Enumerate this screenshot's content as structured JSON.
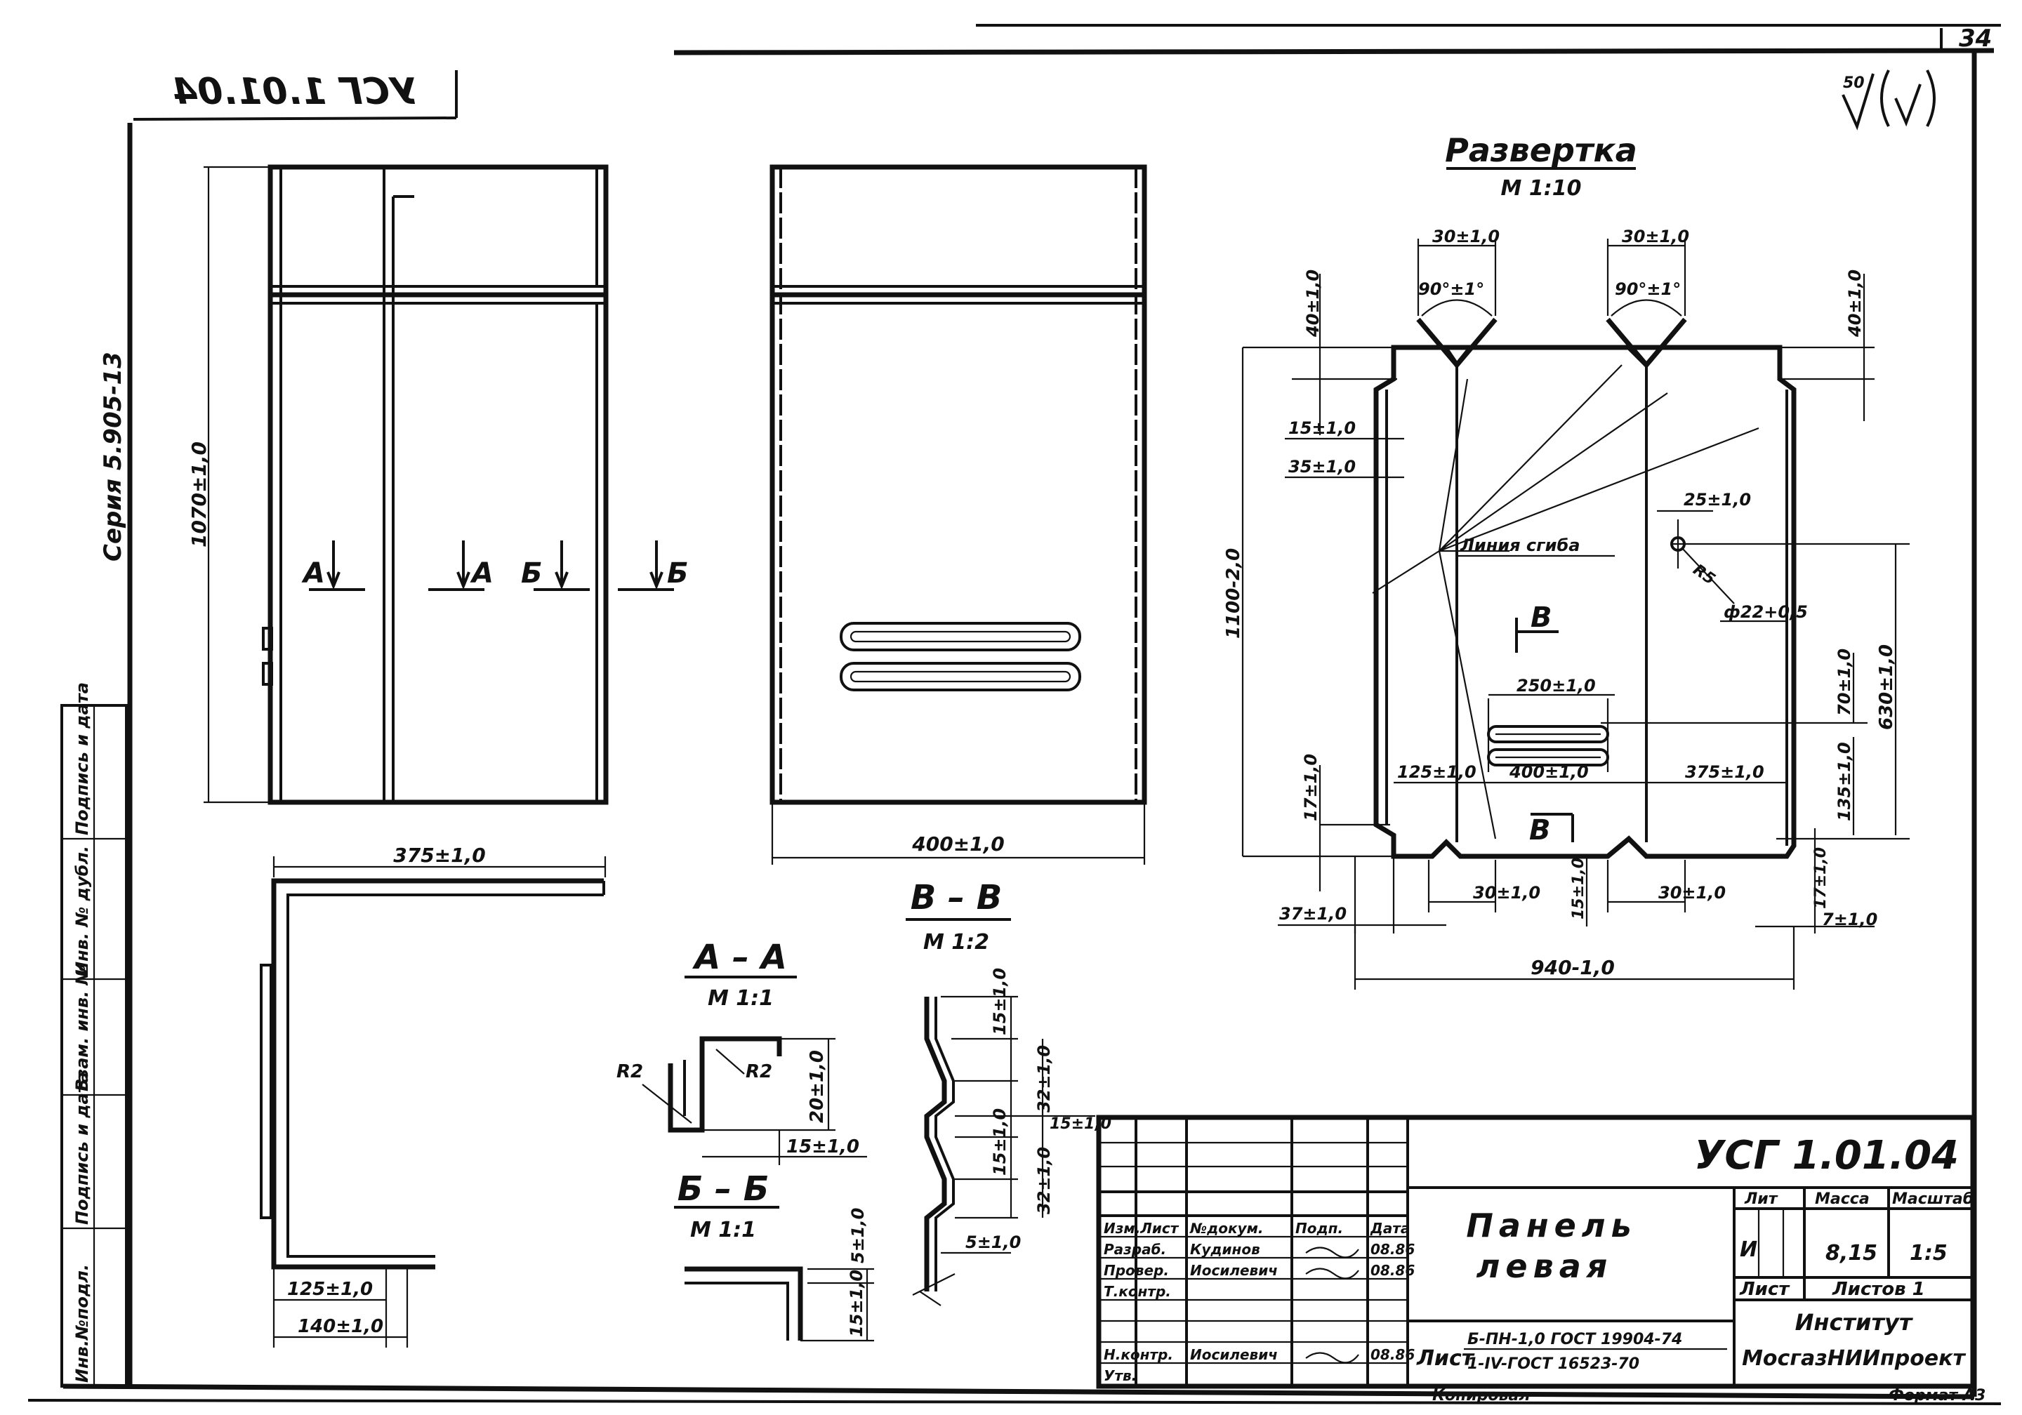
{
  "top_stamp": "УСГ 1.01.04",
  "page_number": "34",
  "roughness": {
    "value": "50",
    "symbol": "√(√)"
  },
  "series": "Серия 5.905-13",
  "side_stamp_labels": [
    "Инв.№подл.",
    "Подпись и дата",
    "Взам. инв. №",
    "Инв. № дубл.",
    "Подпись и дата"
  ],
  "front_view": {
    "height_dim": "1070±1,0",
    "section_marks": [
      "А",
      "А",
      "Б",
      "Б"
    ]
  },
  "back_view": {
    "width_dim": "400±1,0"
  },
  "top_section": {
    "width_dim": "375±1,0",
    "dims": [
      "125±1,0",
      "140±1,0"
    ]
  },
  "section_aa": {
    "title": "А – А",
    "scale": "М 1:1",
    "radii": [
      "R2",
      "R2"
    ],
    "dims": [
      "20±1,0",
      "15±1,0"
    ]
  },
  "section_bb": {
    "title": "Б – Б",
    "scale": "М 1:1",
    "dims": [
      "5±1,0",
      "15±1,0"
    ]
  },
  "section_vv": {
    "title": "В – В",
    "scale": "М 1:2",
    "dims": [
      "15±1,0",
      "32±1,0",
      "15±1,0",
      "15±1,0",
      "32±1,0",
      "5±1,0"
    ]
  },
  "development": {
    "title": "Развертка",
    "scale": "М 1:10",
    "fold_line": "Линия сгиба",
    "section_mark": "В",
    "top_dims": [
      "30±1,0",
      "30±1,0"
    ],
    "angle": [
      "90°±1°",
      "90°±1°"
    ],
    "dims_left": [
      "40±1,0",
      "15±1,0",
      "35±1,0",
      "17±1,0",
      "37±1,0"
    ],
    "height": "1100-2,0",
    "dims_right": [
      "40±1,0",
      "630±1,0",
      "70±1,0",
      "135±1,0",
      "17±1,0",
      "7±1,0",
      "25±1,0"
    ],
    "hole": "ф22+0,5",
    "hole_radius": "R5",
    "slot": "250±1,0",
    "mid_dims": [
      "125±1,0",
      "400±1,0",
      "375±1,0",
      "15±1,0"
    ],
    "bottom_dims": [
      "30±1,0",
      "30±1,0"
    ],
    "width": "940-1,0"
  },
  "title_block": {
    "code": "УСГ 1.01.04",
    "name_line1": "Панель",
    "name_line2": "левая",
    "roles": [
      "Изм.Лист",
      "Разраб.",
      "Провер.",
      "Т.контр.",
      "Н.контр.",
      "Утв."
    ],
    "role_header": [
      "№докум.",
      "Подп.",
      "Дата"
    ],
    "names": [
      "Кудинов",
      "Иосилевич",
      "Иосилевич"
    ],
    "dates": [
      "08.86",
      "08.86",
      "08.86"
    ],
    "col_labels": [
      "Лит",
      "Масса",
      "Масштаб"
    ],
    "lit": "И",
    "mass": "8,15",
    "scale": "1:5",
    "sheet": "Лист",
    "sheets": "Листов 1",
    "material_label": "Лист",
    "material_line1": "Б-ПН-1,0 ГОСТ 19904-74",
    "material_line2": "1-IV-ГОСТ 16523-70",
    "institute": "Институт",
    "org": "МосгазНИИпроект",
    "copied": "Копировал",
    "format": "Формат А3"
  }
}
